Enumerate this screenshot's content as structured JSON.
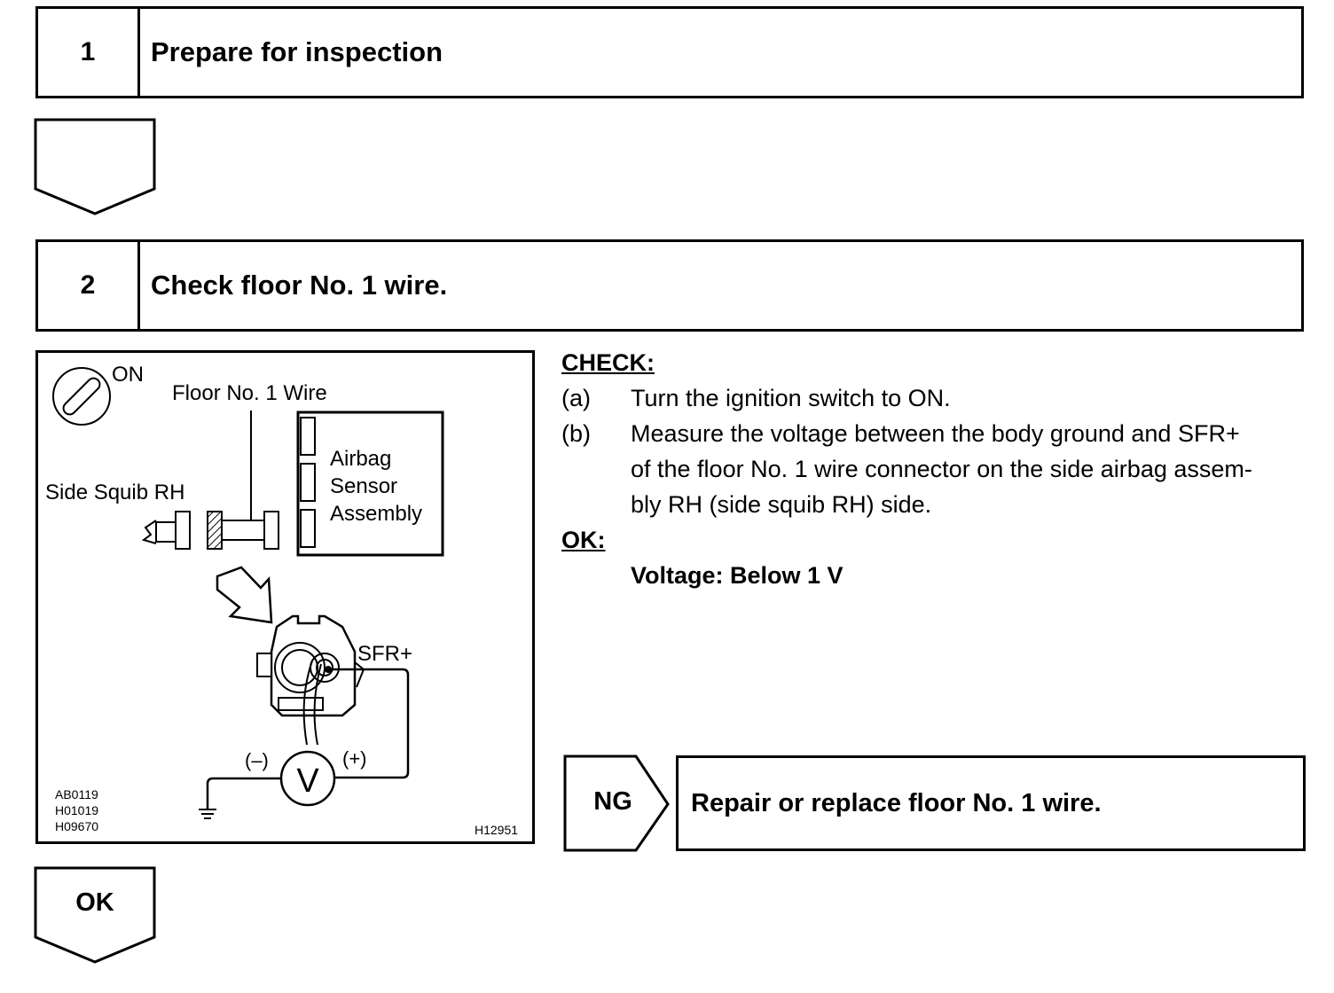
{
  "steps": [
    {
      "number": "1",
      "title": "Prepare for inspection"
    },
    {
      "number": "2",
      "title": "Check floor No. 1 wire."
    }
  ],
  "figure": {
    "switch_label": "ON",
    "wire_label": "Floor No. 1 Wire",
    "squib_label": "Side Squib RH",
    "sensor_label": [
      "Airbag",
      "Sensor",
      "Assembly"
    ],
    "terminal_label": "SFR+",
    "meter_symbol": "V",
    "minus_label": "(–)",
    "plus_label": "(+)",
    "codes": [
      "AB0119",
      "H01019",
      "H09670"
    ],
    "figure_code": "H12951"
  },
  "check": {
    "header": "CHECK:",
    "items": [
      {
        "marker": "(a)",
        "lines": [
          "Turn the ignition switch to ON."
        ]
      },
      {
        "marker": "(b)",
        "lines": [
          "Measure the voltage between the body ground and SFR+",
          "of the floor No. 1 wire connector on the side airbag assem-",
          "bly RH (side squib RH) side."
        ]
      }
    ],
    "ok_header": "OK:",
    "ok_value": "Voltage: Below 1 V"
  },
  "ng": {
    "label": "NG",
    "action": "Repair or replace floor No. 1 wire."
  },
  "ok": {
    "label": "OK"
  }
}
